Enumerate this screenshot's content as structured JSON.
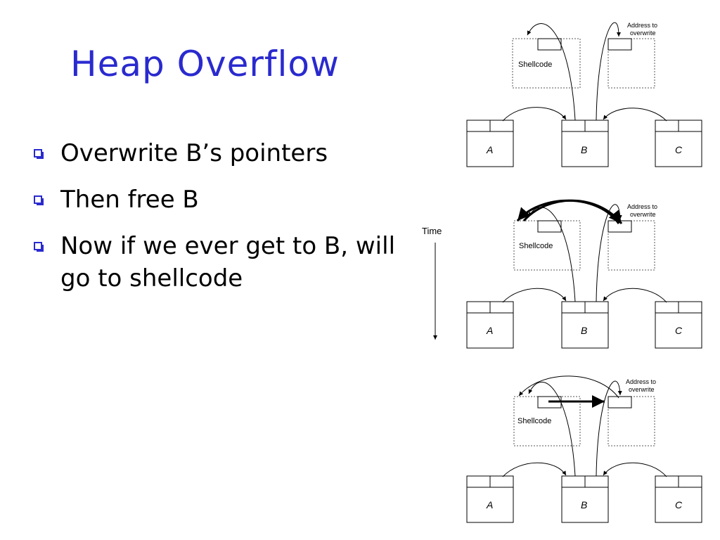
{
  "slide": {
    "title": "Heap Overflow",
    "bullets": [
      "Overwrite B’s pointers",
      "Then free B",
      "Now if we ever get to B, will go to shellcode"
    ]
  },
  "diagram": {
    "time_label": "Time",
    "shellcode_label": "Shellcode",
    "address_label_line1": "Address to",
    "address_label_line2": "overwrite",
    "chunk_labels": [
      "A",
      "B",
      "C"
    ]
  }
}
